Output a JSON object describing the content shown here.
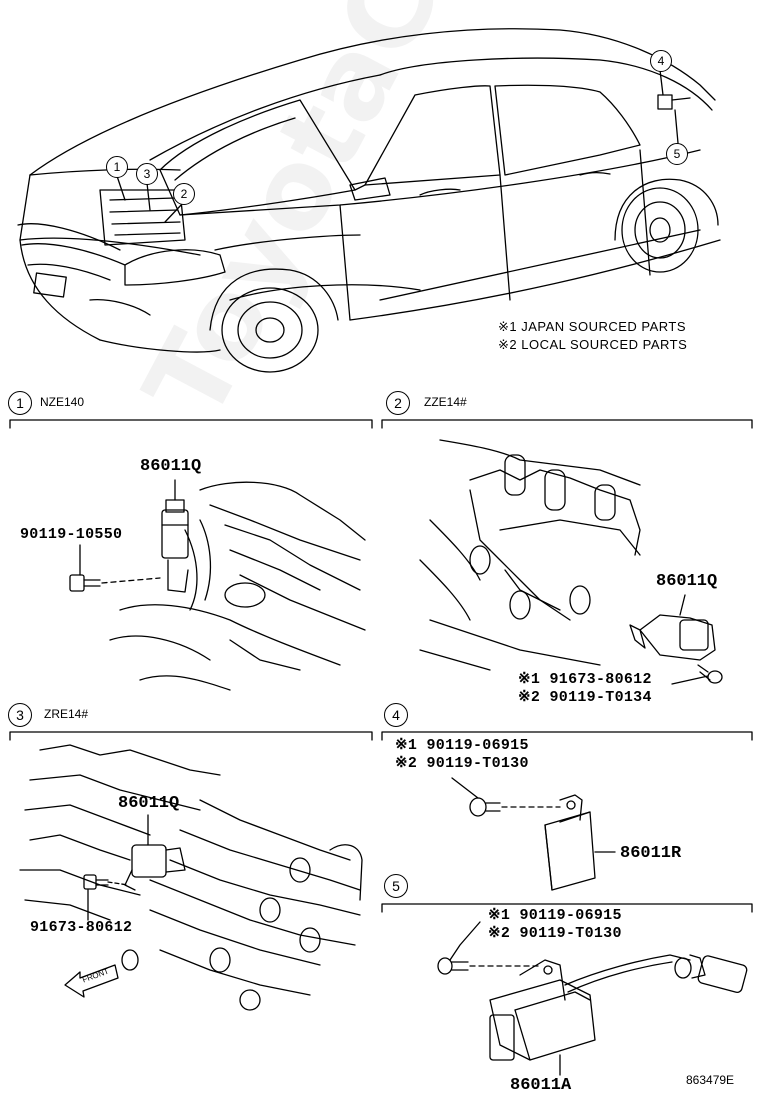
{
  "watermark": "ToyotaCarMine.ru",
  "car": {
    "callouts": [
      "1",
      "3",
      "2",
      "4",
      "5"
    ],
    "notes": [
      "※1 JAPAN SOURCED PARTS",
      "※2 LOCAL SOURCED PARTS"
    ]
  },
  "panels": [
    {
      "index": "1",
      "engine": "NZE140",
      "parts": [
        "86011Q",
        "90119-10550"
      ]
    },
    {
      "index": "2",
      "engine": "ZZE14#",
      "parts": [
        "86011Q",
        "※1 91673-80612",
        "※2 90119-T0134"
      ]
    },
    {
      "index": "3",
      "engine": "ZRE14#",
      "parts": [
        "86011Q",
        "91673-80612"
      ],
      "front_label": "FRONT"
    },
    {
      "index": "4",
      "engine": "",
      "parts": [
        "※1 90119-06915",
        "※2 90119-T0130",
        "86011R"
      ]
    },
    {
      "index": "5",
      "engine": "",
      "parts": [
        "※1 90119-06915",
        "※2 90119-T0130",
        "86011A"
      ]
    }
  ],
  "figure_id": "863479E"
}
